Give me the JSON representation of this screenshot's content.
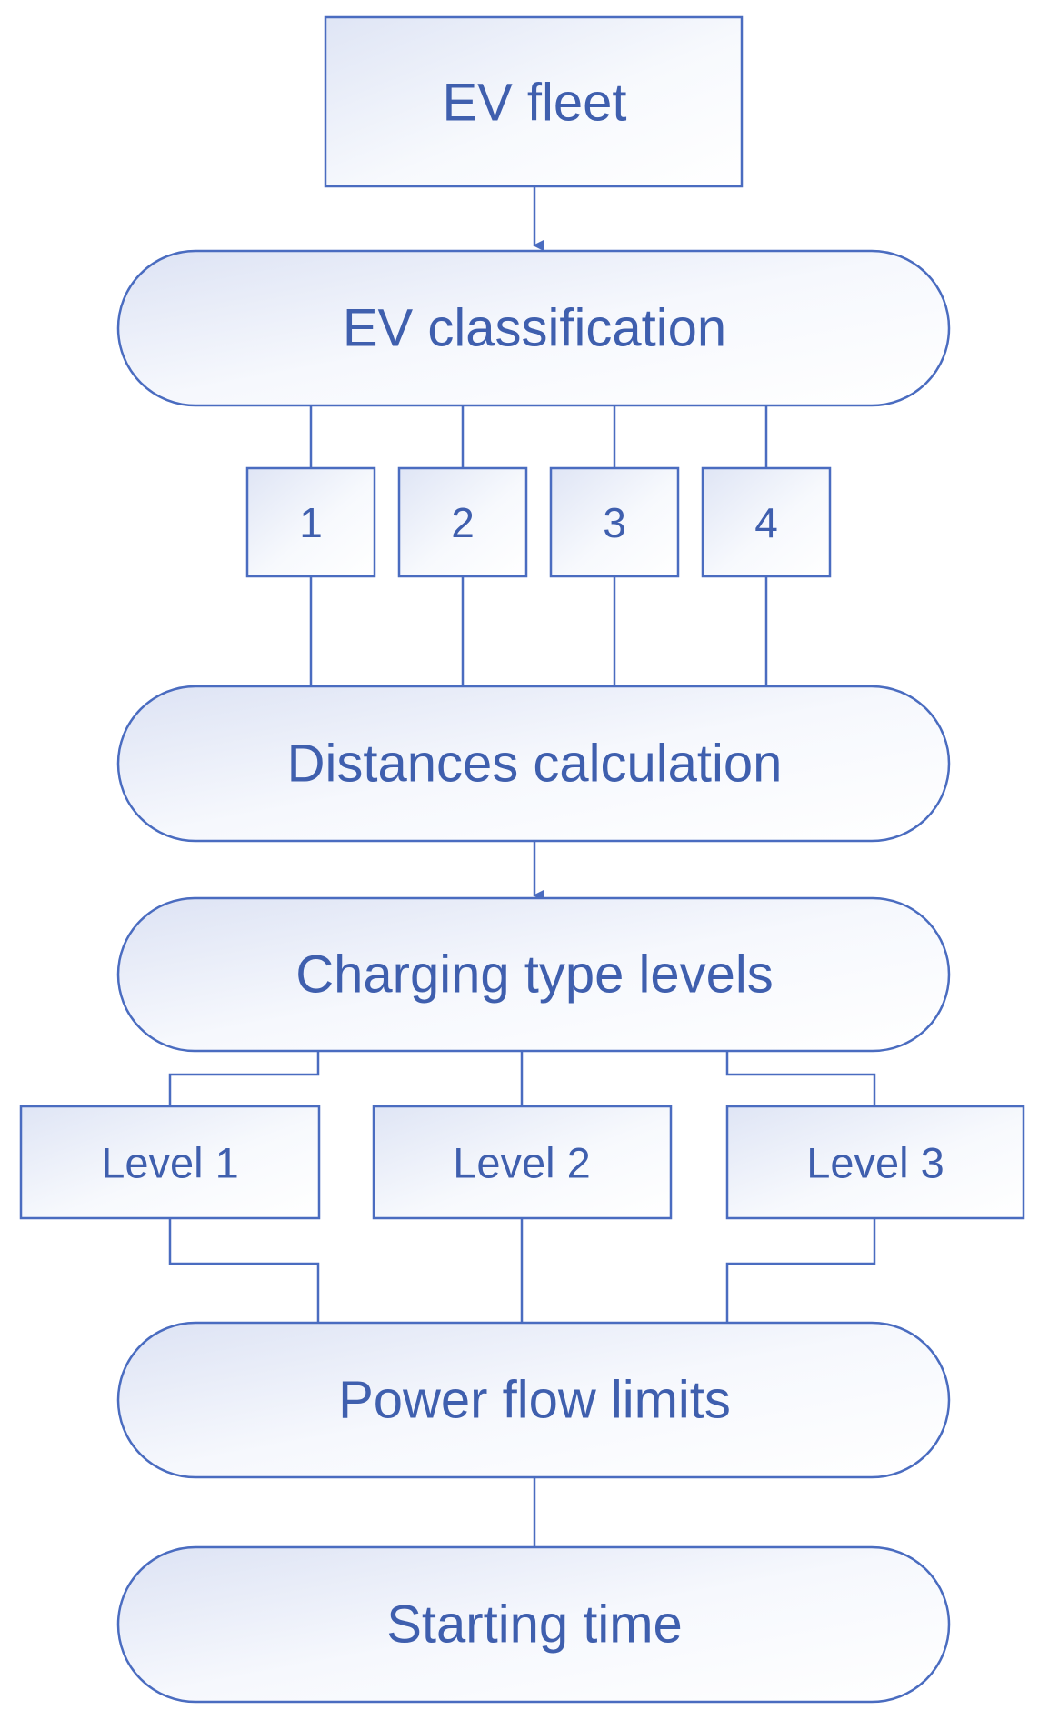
{
  "diagram": {
    "nodes": {
      "ev_fleet": "EV fleet",
      "ev_classification": "EV classification",
      "class_1": "1",
      "class_2": "2",
      "class_3": "3",
      "class_4": "4",
      "distances_calculation": "Distances calculation",
      "charging_type_levels": "Charging type levels",
      "level_1": "Level 1",
      "level_2": "Level 2",
      "level_3": "Level 3",
      "power_flow_limits": "Power flow limits",
      "starting_time": "Starting time"
    },
    "colors": {
      "stroke": "#4a6cc0",
      "text": "#3f5fae",
      "fill_light": "#ffffff",
      "fill_tint": "#e4e9f6"
    }
  }
}
